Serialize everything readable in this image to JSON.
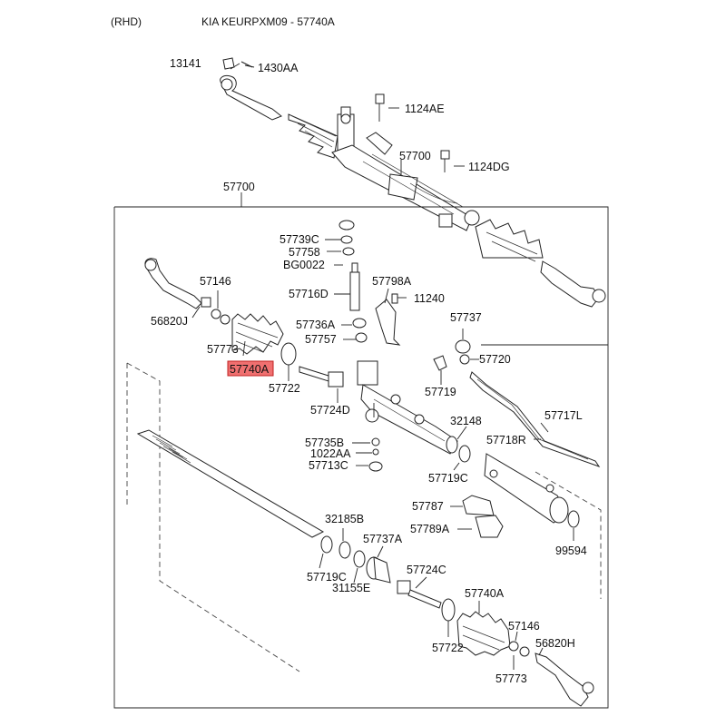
{
  "header": {
    "side": "(RHD)",
    "title": "KIA KEURPXM09 - 57740A"
  },
  "highlight_color": "#f07070",
  "callouts": {
    "p13141": "13141",
    "p1430AA": "1430AA",
    "p1124AE": "1124AE",
    "p57700_top": "57700",
    "p1124DG": "1124DG",
    "p57700_box": "57700",
    "p57739C": "57739C",
    "p57758": "57758",
    "pBG0022": "BG0022",
    "p57146_left": "57146",
    "p56820J": "56820J",
    "p57716D": "57716D",
    "p57798A": "57798A",
    "p11240": "11240",
    "p57737_top": "57737",
    "p57736A": "57736A",
    "p57757": "57757",
    "p57773_left": "57773",
    "p57740A_left": "57740A",
    "p57722_left": "57722",
    "p57720": "57720",
    "p57719": "57719",
    "p57724D": "57724D",
    "p32148": "32148",
    "p57717L": "57717L",
    "p57718R": "57718R",
    "p57735B": "57735B",
    "p1022AA": "1022AA",
    "p57713C": "57713C",
    "p57719C_right": "57719C",
    "p57787": "57787",
    "p57789A": "57789A",
    "p32185B": "32185B",
    "p99594": "99594",
    "p57737A": "57737A",
    "p57719C_left": "57719C",
    "p31155E": "31155E",
    "p57724C": "57724C",
    "p57740A_right": "57740A",
    "p57146_right": "57146",
    "p56820H": "56820H",
    "p57722_right": "57722",
    "p57773_right": "57773"
  }
}
